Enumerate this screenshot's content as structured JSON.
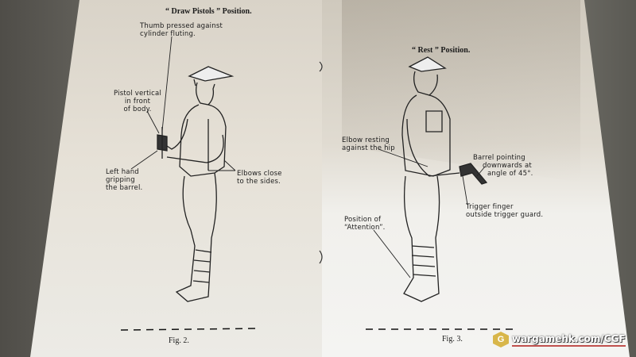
{
  "left_page": {
    "title": "“ Draw Pistols ” Position.",
    "labels": {
      "thumb": [
        "Thumb pressed against",
        "cylinder fluting."
      ],
      "pistol": [
        "Pistol vertical",
        "in front",
        "of body."
      ],
      "left_hand": [
        "Left hand",
        "gripping",
        "the barrel."
      ],
      "elbows": [
        "Elbows close",
        "to the sides."
      ]
    },
    "caption": "Fig. 2."
  },
  "right_page": {
    "title": "“ Rest ” Position.",
    "labels": {
      "elbow": [
        "Elbow resting",
        "against the hip"
      ],
      "barrel": [
        "Barrel pointing",
        "downwards at",
        "angle of 45°."
      ],
      "trigger": [
        "Trigger finger",
        "outside trigger guard."
      ],
      "attention": [
        "Position of",
        "“Attention”."
      ]
    },
    "caption": "Fig. 3."
  },
  "watermark": {
    "logo_letter": "G",
    "text": "wargamehk.com/CGF"
  }
}
